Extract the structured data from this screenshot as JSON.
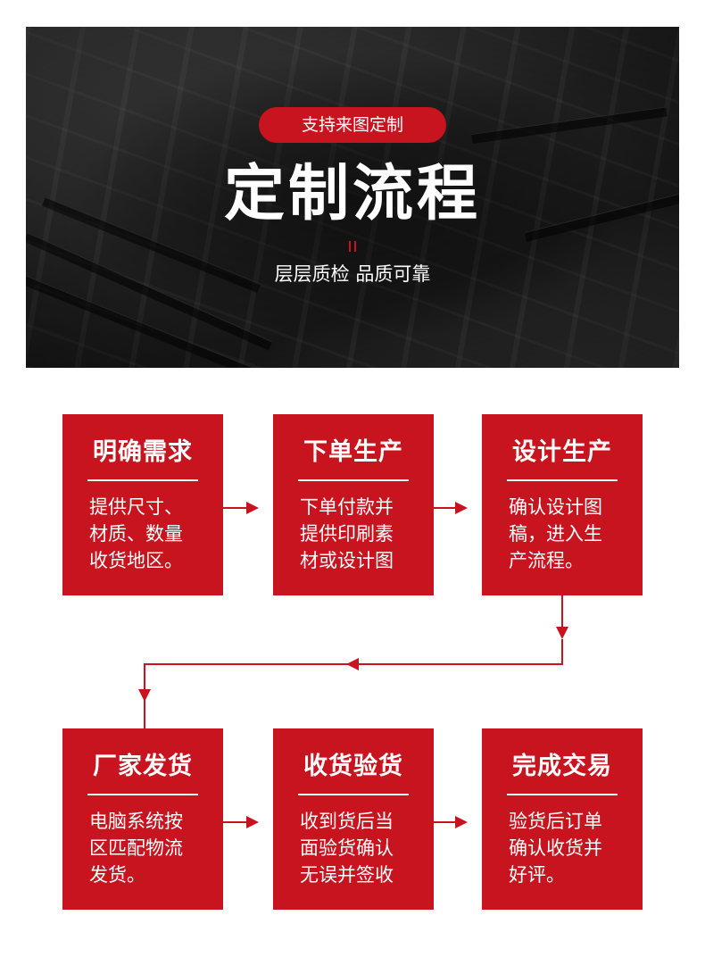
{
  "banner": {
    "pill": "支持来图定制",
    "title": "定制流程",
    "subtitle": "层层质检 品质可靠"
  },
  "steps": [
    {
      "title": "明确需求",
      "desc": "提供尺寸、\n材质、数量\n收货地区。"
    },
    {
      "title": "下单生产",
      "desc": "下单付款并\n提供印刷素\n材或设计图"
    },
    {
      "title": "设计生产",
      "desc": "确认设计图\n稿，进入生\n产流程。"
    },
    {
      "title": "厂家发货",
      "desc": "电脑系统按\n区匹配物流\n发货。"
    },
    {
      "title": "收货验货",
      "desc": "收到货后当\n面验货确认\n无误并签收"
    },
    {
      "title": "完成交易",
      "desc": "验货后订单\n确认收货并\n好评。"
    }
  ],
  "colors": {
    "accent": "#c8141e",
    "banner_bg": "#262626",
    "text_on_accent": "#ffffff"
  }
}
